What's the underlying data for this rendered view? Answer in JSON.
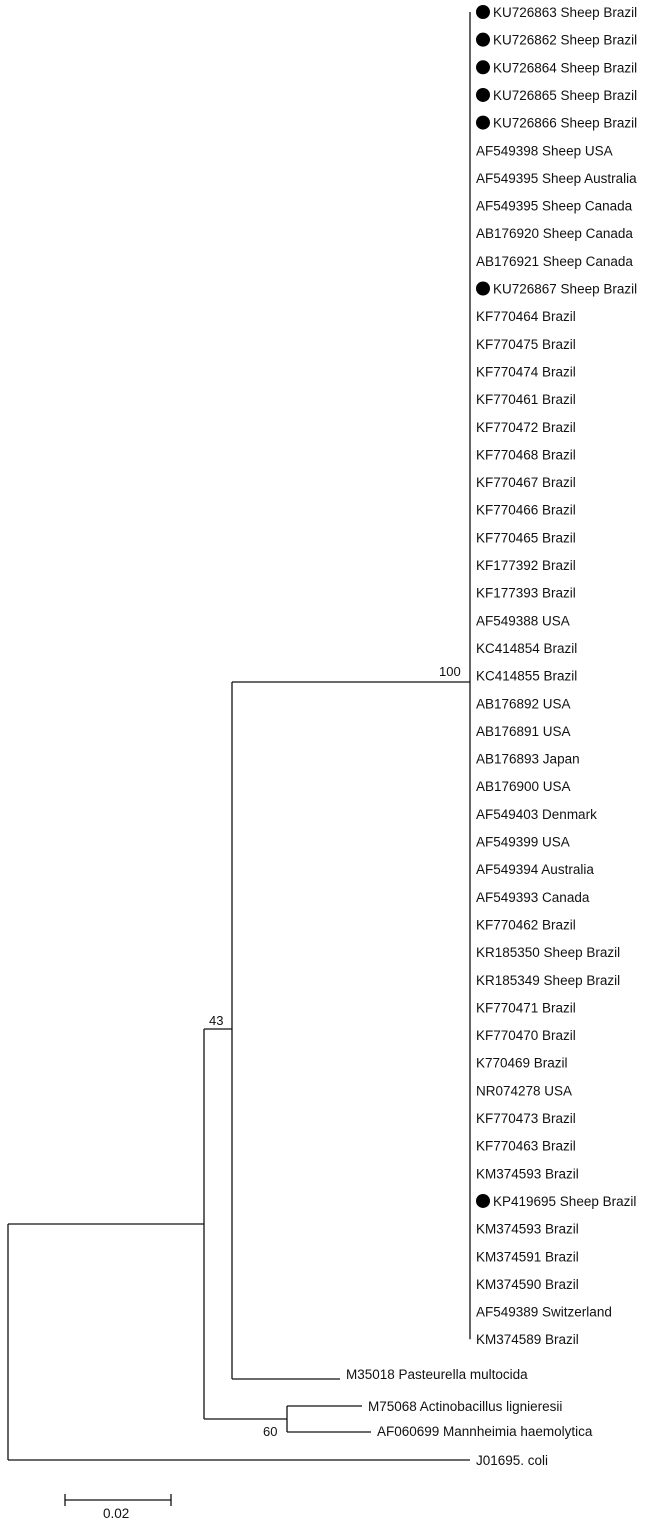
{
  "tree": {
    "marked_color": "#000000",
    "leaves": [
      {
        "label": "KU726863 Sheep Brazil",
        "marked": true
      },
      {
        "label": "KU726862 Sheep Brazil",
        "marked": true
      },
      {
        "label": "KU726864 Sheep Brazil",
        "marked": true
      },
      {
        "label": "KU726865 Sheep Brazil",
        "marked": true
      },
      {
        "label": "KU726866 Sheep Brazil",
        "marked": true
      },
      {
        "label": "AF549398 Sheep USA",
        "marked": false
      },
      {
        "label": "AF549395 Sheep Australia",
        "marked": false
      },
      {
        "label": "AF549395 Sheep Canada",
        "marked": false
      },
      {
        "label": "AB176920 Sheep Canada",
        "marked": false
      },
      {
        "label": "AB176921 Sheep Canada",
        "marked": false
      },
      {
        "label": "KU726867 Sheep Brazil",
        "marked": true
      },
      {
        "label": "KF770464 Brazil",
        "marked": false
      },
      {
        "label": "KF770475 Brazil",
        "marked": false
      },
      {
        "label": "KF770474 Brazil",
        "marked": false
      },
      {
        "label": "KF770461 Brazil",
        "marked": false
      },
      {
        "label": "KF770472 Brazil",
        "marked": false
      },
      {
        "label": "KF770468 Brazil",
        "marked": false
      },
      {
        "label": "KF770467 Brazil",
        "marked": false
      },
      {
        "label": "KF770466 Brazil",
        "marked": false
      },
      {
        "label": "KF770465 Brazil",
        "marked": false
      },
      {
        "label": "KF177392 Brazil",
        "marked": false
      },
      {
        "label": "KF177393 Brazil",
        "marked": false
      },
      {
        "label": "AF549388 USA",
        "marked": false
      },
      {
        "label": "KC414854 Brazil",
        "marked": false
      },
      {
        "label": "KC414855 Brazil",
        "marked": false
      },
      {
        "label": "AB176892 USA",
        "marked": false
      },
      {
        "label": "AB176891 USA",
        "marked": false
      },
      {
        "label": "AB176893 Japan",
        "marked": false
      },
      {
        "label": "AB176900 USA",
        "marked": false
      },
      {
        "label": "AF549403 Denmark",
        "marked": false
      },
      {
        "label": "AF549399 USA",
        "marked": false
      },
      {
        "label": "AF549394 Australia",
        "marked": false
      },
      {
        "label": "AF549393 Canada",
        "marked": false
      },
      {
        "label": "KF770462 Brazil",
        "marked": false
      },
      {
        "label": "KR185350 Sheep Brazil",
        "marked": false
      },
      {
        "label": "KR185349 Sheep Brazil",
        "marked": false
      },
      {
        "label": "KF770471 Brazil",
        "marked": false
      },
      {
        "label": "KF770470 Brazil",
        "marked": false
      },
      {
        "label": "K770469 Brazil",
        "marked": false
      },
      {
        "label": "NR074278 USA",
        "marked": false
      },
      {
        "label": "KF770473 Brazil",
        "marked": false
      },
      {
        "label": "KF770463 Brazil",
        "marked": false
      },
      {
        "label": "KM374593 Brazil",
        "marked": false
      },
      {
        "label": "KP419695 Sheep Brazil",
        "marked": true
      },
      {
        "label": "KM374593 Brazil",
        "marked": false
      },
      {
        "label": "KM374591 Brazil",
        "marked": false
      },
      {
        "label": "KM374590 Brazil",
        "marked": false
      },
      {
        "label": "AF549389 Switzerland",
        "marked": false
      },
      {
        "label": "KM374589 Brazil",
        "marked": false
      }
    ],
    "outgroups": [
      {
        "label": "M35018 Pasteurella multocida"
      },
      {
        "label": "M75068 Actinobacillus lignieresii"
      },
      {
        "label": "AF060699 Mannheimia haemolytica"
      },
      {
        "label": "J01695. coli"
      }
    ],
    "support_values": {
      "main_clade": "100",
      "inner_node": "43",
      "sister_pair": "60"
    },
    "scale_bar": {
      "label": "0.02"
    }
  }
}
